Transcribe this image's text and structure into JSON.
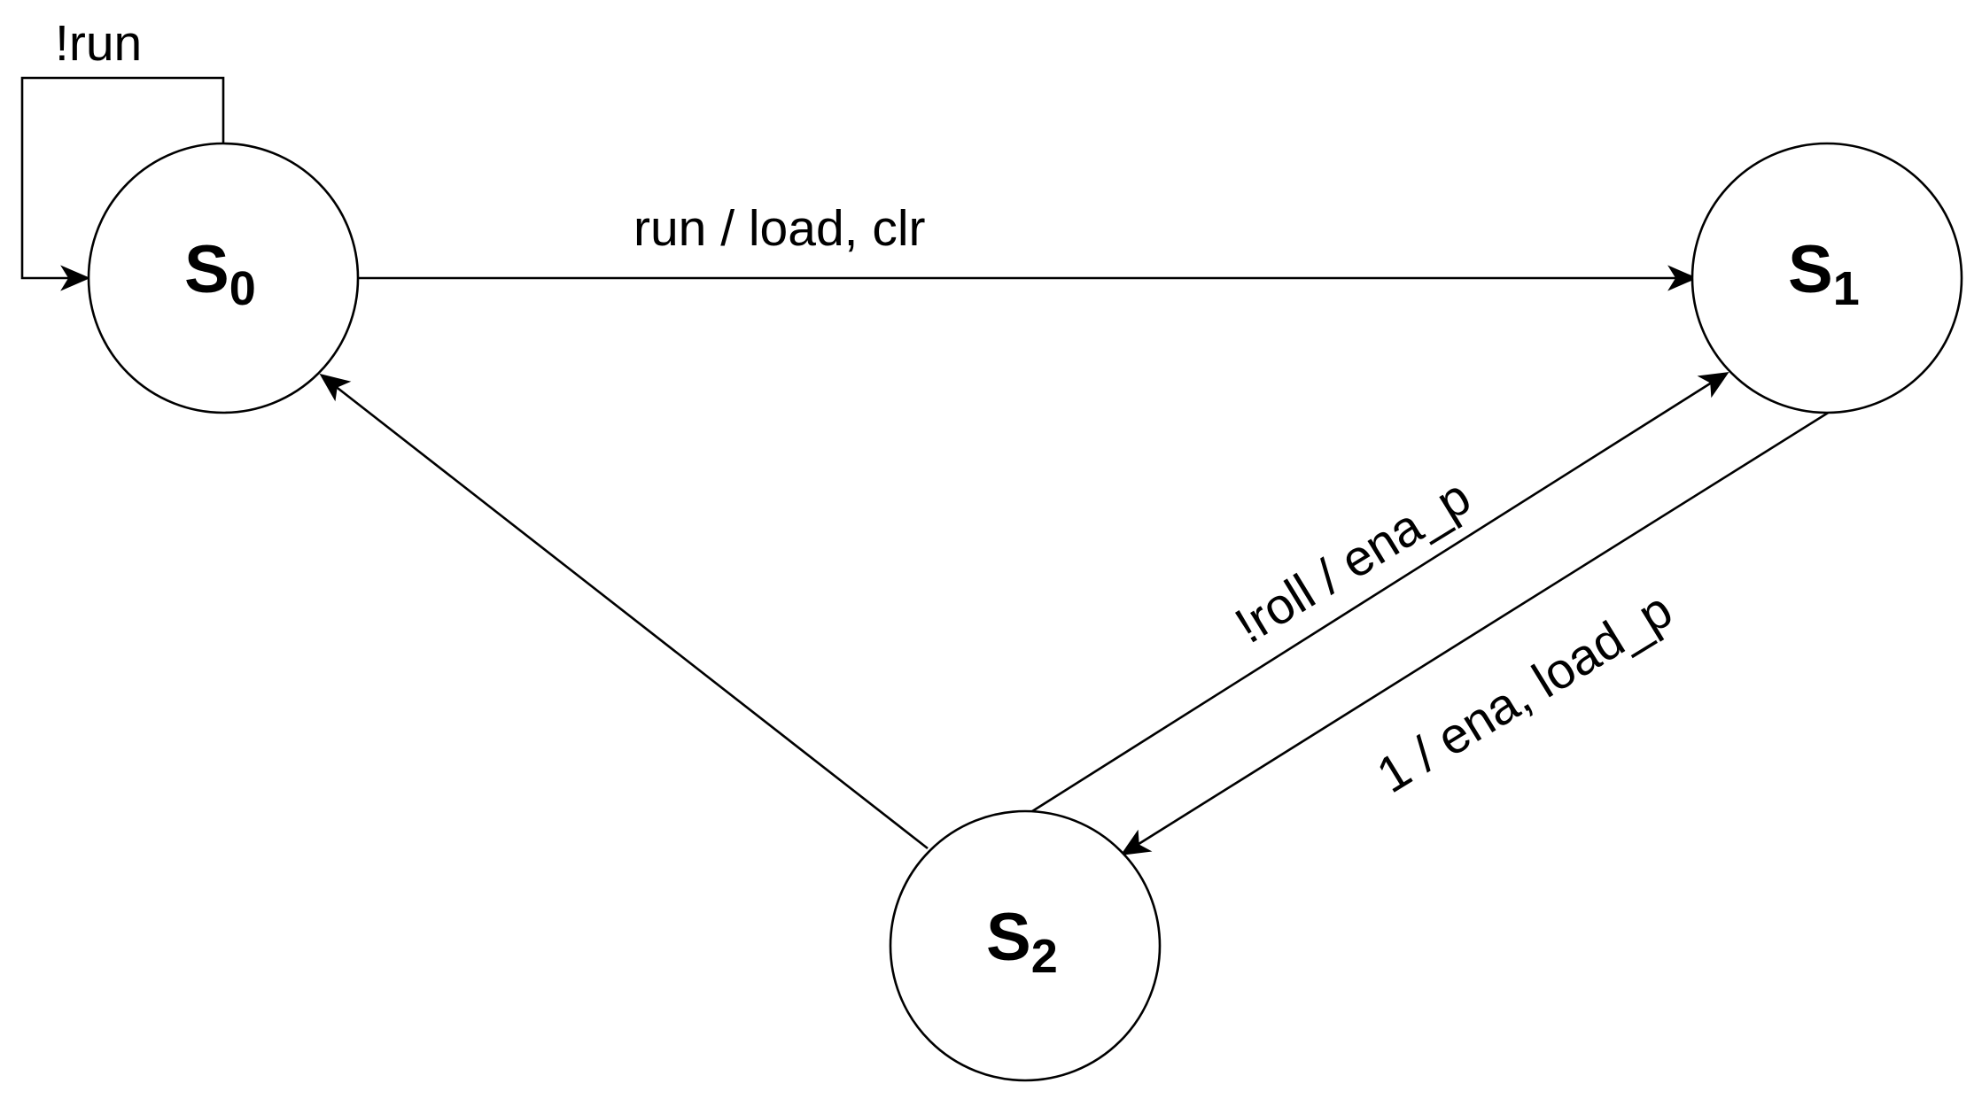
{
  "states": [
    {
      "id": "s0",
      "label": "S",
      "subscript": "0"
    },
    {
      "id": "s1",
      "label": "S",
      "subscript": "1"
    },
    {
      "id": "s2",
      "label": "S",
      "subscript": "2"
    }
  ],
  "transitions": [
    {
      "from": "S0",
      "to": "S0",
      "label": "!run"
    },
    {
      "from": "S0",
      "to": "S1",
      "label": "run / load, clr"
    },
    {
      "from": "S2",
      "to": "S1",
      "label": "!roll / ena_p"
    },
    {
      "from": "S1",
      "to": "S2",
      "label": "1 / ena, load_p"
    },
    {
      "from": "S2",
      "to": "S0",
      "label": ""
    }
  ],
  "colors": {
    "stroke": "#000000",
    "fill": "#ffffff"
  }
}
